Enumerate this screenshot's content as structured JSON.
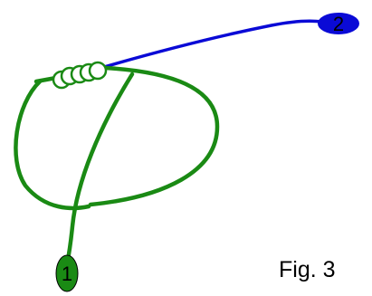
{
  "figure": {
    "caption": "Fig. 3"
  },
  "rope_ends": [
    {
      "label": "1",
      "color": "#1a8a14"
    },
    {
      "label": "2",
      "color": "#0a0ad6"
    }
  ],
  "colors": {
    "rope_green": "#1a8a14",
    "rope_blue": "#0a0ad6",
    "label_text": "#000000",
    "background": "#ffffff"
  }
}
